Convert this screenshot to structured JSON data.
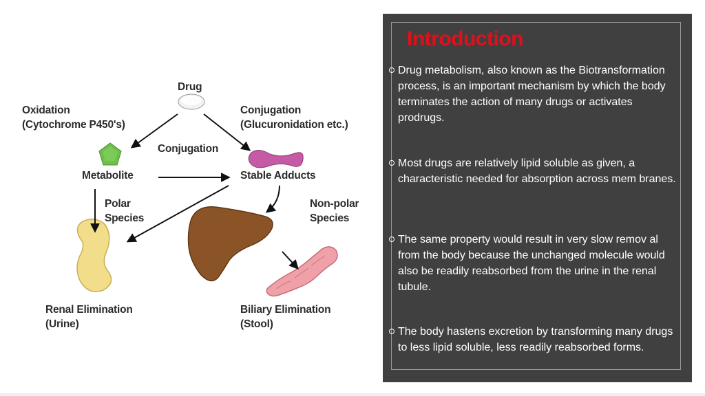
{
  "diagram": {
    "labels": {
      "drug": "Drug",
      "oxidation": "Oxidation\n(Cytochrome P450's)",
      "conjugation_top": "Conjugation\n(Glucuronidation etc.)",
      "conjugation_mid": "Conjugation",
      "metabolite": "Metabolite",
      "stable_adducts": "Stable Adducts",
      "polar_species": "Polar\nSpecies",
      "nonpolar_species": "Non-polar\nSpecies",
      "renal_elimination": "Renal Elimination\n(Urine)",
      "biliary_elimination": "Biliary Elimination\n(Stool)"
    },
    "colors": {
      "pill": "#e8e8e8",
      "metabolite": "#6cc04a",
      "adduct": "#c55aa5",
      "kidney": "#f2dd8a",
      "liver": "#8b5426",
      "intestine": "#f0a0a8"
    }
  },
  "panel": {
    "title": "Introduction",
    "bullets": [
      "Drug metabolism, also known as the Biotransformation process, is an important mechanism by which the body terminates the action of many drugs or activates prodrugs.",
      "Most drugs are relatively lipid soluble as given, a characteristic needed for absorption across mem branes.",
      "The same property would result in very slow remov al from the body because the unchanged molecule would also be readily reabsorbed from the urine in the renal tubule.",
      "The body hastens excretion by transforming many drugs to less lipid soluble, less readily reabsorbed forms."
    ],
    "colors": {
      "background": "#404040",
      "title": "#e0101b",
      "text": "#ffffff"
    }
  }
}
